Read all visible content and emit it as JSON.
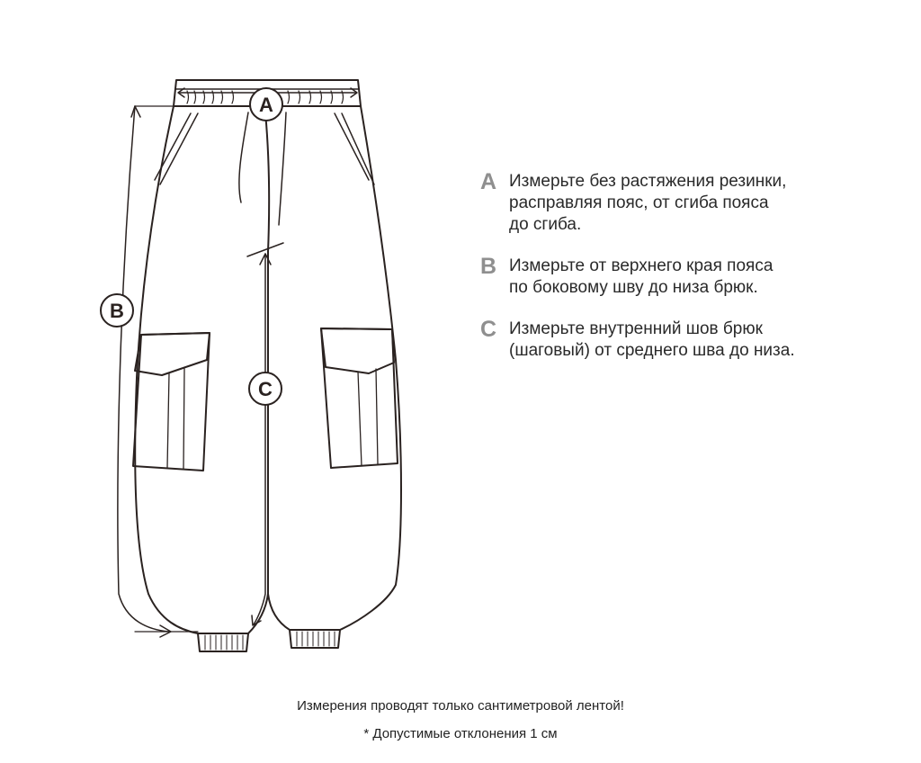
{
  "markers": {
    "a": "A",
    "b": "B",
    "c": "C"
  },
  "legend": [
    {
      "letter": "A",
      "text": "Измерьте без растяжения резинки,\nрасправляя пояс, от сгиба пояса\nдо сгиба."
    },
    {
      "letter": "B",
      "text": "Измерьте от верхнего края пояса\nпо боковому шву до низа брюк."
    },
    {
      "letter": "C",
      "text": "Измерьте внутренний шов брюк\n(шаговый) от среднего шва до низа."
    }
  ],
  "footer": {
    "note": "Измерения проводят только сантиметровой лентой!",
    "tolerance": "* Допустимые отклонения 1 см"
  },
  "colors": {
    "line": "#2a2220",
    "legend_letter": "#8f8f8f"
  }
}
